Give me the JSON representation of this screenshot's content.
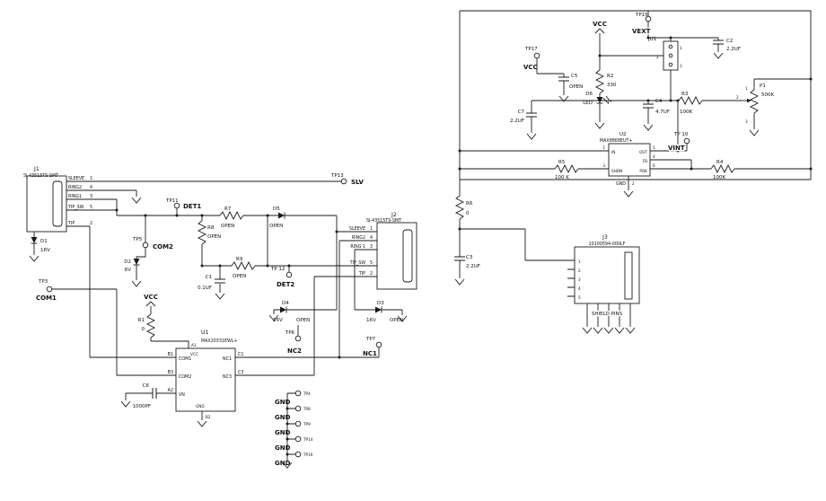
{
  "schematic": {
    "left": {
      "j1": {
        "ref": "J1",
        "part": "SJ-43515TS-SMT",
        "pin_names": [
          "SLEEVE",
          "RING2",
          "RING1",
          "TIP_SW",
          "TIP"
        ],
        "pin_nums": [
          "1",
          "4",
          "3",
          "5",
          "2"
        ]
      },
      "j2": {
        "ref": "J2",
        "part": "SJ-43515TS-SMT",
        "pin_names": [
          "SLEEVE",
          "RING2",
          "RING 1",
          "TIP_SW",
          "TIP"
        ],
        "pin_nums": [
          "1",
          "4",
          "3",
          "5",
          "2"
        ]
      },
      "u1": {
        "ref": "U1",
        "part": "MAX20331EWL+",
        "left_pin_nums": [
          "B1",
          "B3",
          "A2"
        ],
        "left_pin_names": [
          "COM1",
          "COM2",
          "VN"
        ],
        "right_pin_nums": [
          "C1",
          "C3"
        ],
        "right_pin_names": [
          "NC1",
          "NC3"
        ],
        "top_pin_num": "A1",
        "top_pin_name": "VCC",
        "bottom_pin_num": "B2",
        "bottom_pin_name": "GND"
      },
      "tp13": {
        "ref": "TP13",
        "net": "SLV"
      },
      "tp11": {
        "ref": "TP11",
        "net": "DET1"
      },
      "tp5": {
        "ref": "TP5",
        "net": "COM2"
      },
      "tp3": {
        "ref": "TP3",
        "net": "COM1"
      },
      "tp12": {
        "ref": "TP 12",
        "net": "DET2"
      },
      "tp6": {
        "ref": "TP6",
        "net": "NC2"
      },
      "tp7": {
        "ref": "TP7",
        "net": "NC1"
      },
      "gnd_tp_refs": [
        "TP4",
        "TP8",
        "TP9",
        "TP14",
        "TP16"
      ],
      "gnd_net": "GND",
      "vcc_net": "VCC",
      "r7": {
        "ref": "R7",
        "value": "OPEN"
      },
      "r8": {
        "ref": "R8",
        "value": "OPEN"
      },
      "r9": {
        "ref": "R9",
        "value": "OPEN"
      },
      "r1": {
        "ref": "R1",
        "value": "0"
      },
      "d1": {
        "ref": "D1",
        "value": "16V"
      },
      "d2": {
        "ref": "D2",
        "value": "6V"
      },
      "d5": {
        "ref": "D5",
        "value": "OPEN"
      },
      "d4": {
        "ref": "D4",
        "value": "16V",
        "note": "OPEN"
      },
      "d3": {
        "ref": "D3",
        "value": "16V",
        "note": "OPEN"
      },
      "c1": {
        "ref": "C1",
        "value": "0.1UF"
      },
      "c6": {
        "ref": "C6",
        "value": "1000PF"
      }
    },
    "right": {
      "tp15": {
        "ref": "TP15",
        "net": "VEXT"
      },
      "tp17": {
        "ref": "TP17",
        "net": "VCC"
      },
      "tp10": {
        "ref": "TP 10",
        "net": "VINT"
      },
      "vcc_net": "VCC",
      "ju1": {
        "ref": "JU1",
        "pin_nums": [
          "1",
          "2",
          "3"
        ]
      },
      "c2": {
        "ref": "C2",
        "value": "2.2UF"
      },
      "c5": {
        "ref": "C5",
        "value": "OPEN"
      },
      "c7": {
        "ref": "C7",
        "value": "2.2UF"
      },
      "c4": {
        "ref": "C4",
        "value": "4.7UF"
      },
      "c3": {
        "ref": "C3",
        "value": "2.2UF"
      },
      "r2": {
        "ref": "R2",
        "value": "330"
      },
      "r3": {
        "ref": "R3",
        "value": "100K"
      },
      "r5": {
        "ref": "R5",
        "value": "100 K"
      },
      "r4": {
        "ref": "R4",
        "value": "100K"
      },
      "r6": {
        "ref": "R6",
        "value": "0"
      },
      "p1": {
        "ref": "P1",
        "value": "500K",
        "pin_nums": [
          "1",
          "2",
          "3"
        ]
      },
      "d6": {
        "ref": "D6",
        "value": "LED"
      },
      "u2": {
        "ref": "U2",
        "part": "MAX8868EUT+",
        "pins": {
          "in": "IN",
          "out": "OUT",
          "fb": "FB",
          "shdn": "SHDN",
          "pok": "POK",
          "gnd": "GND"
        },
        "pin_nums": {
          "in": "1",
          "out": "5",
          "fb": "4",
          "shdn": "3",
          "pok": "6",
          "gnd": "2"
        }
      },
      "j3": {
        "ref": "J3",
        "part": "10100594-000LF",
        "pin_nums": [
          "1",
          "2",
          "3",
          "4",
          "5"
        ],
        "shield_label": "SHIELD PINS"
      }
    }
  }
}
